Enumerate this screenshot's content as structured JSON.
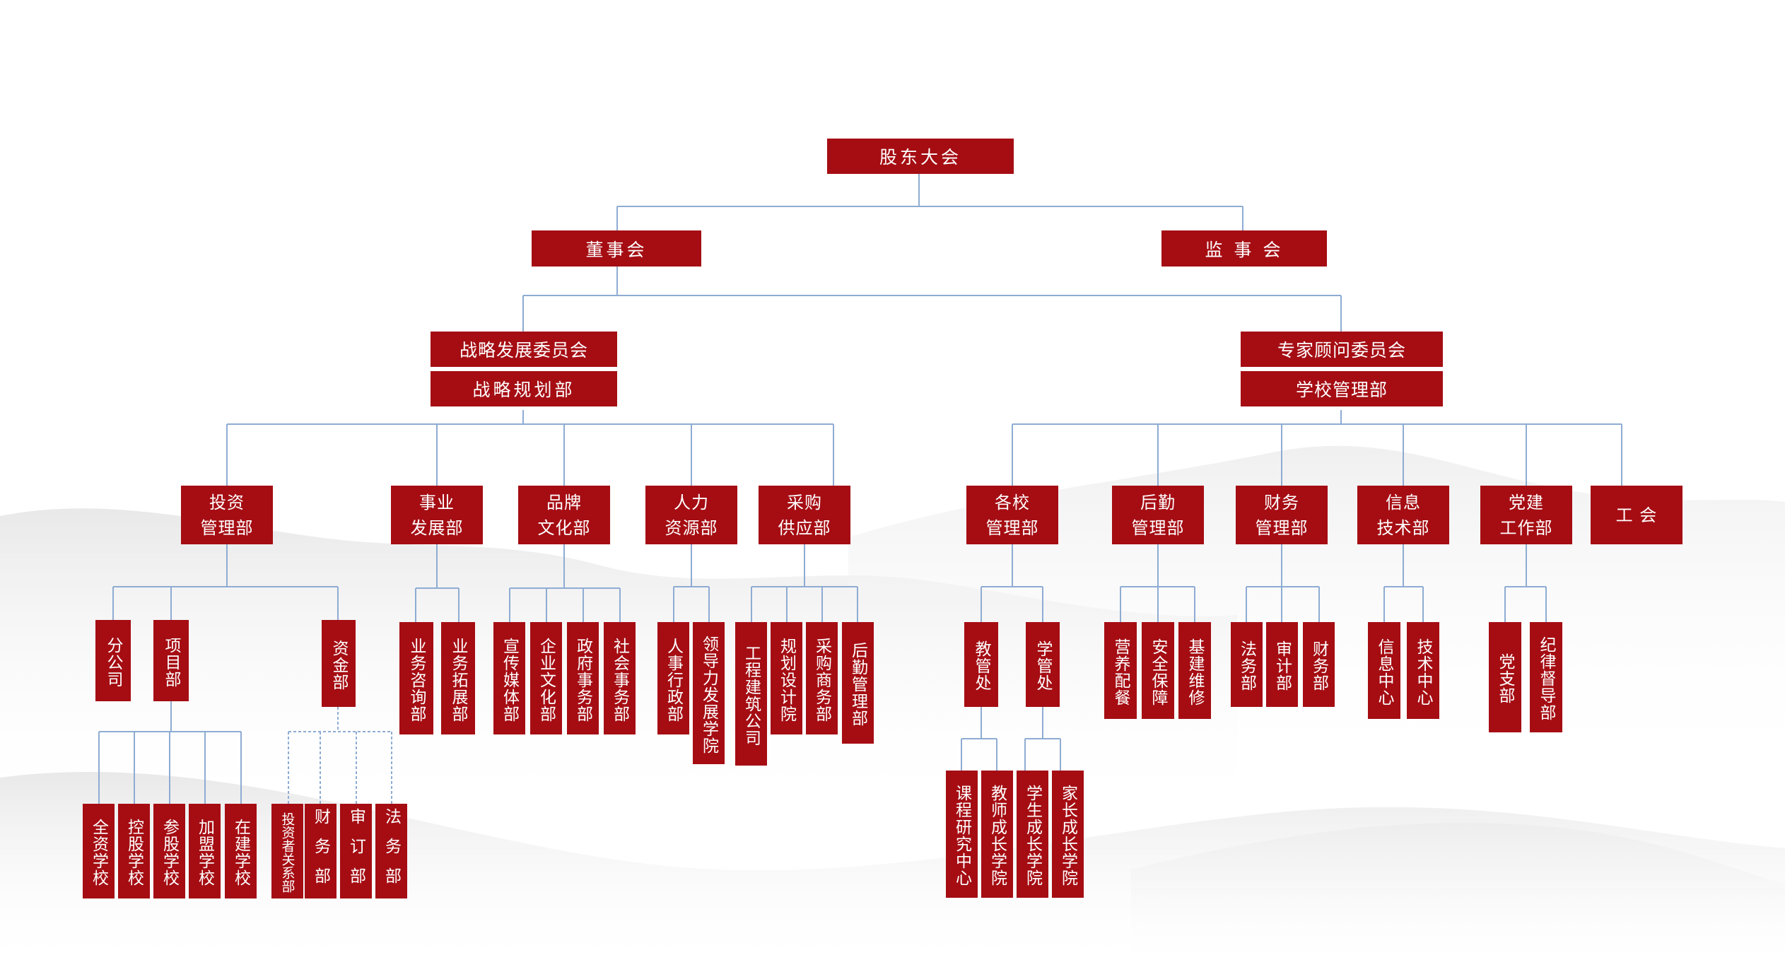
{
  "diagram": {
    "root": "股东大会",
    "level2": {
      "board": "董事会",
      "supervisors": "监 事 会"
    },
    "left_committee": {
      "committee": "战略发展委员会",
      "department": "战略规划部"
    },
    "right_committee": {
      "committee": "专家顾问委员会",
      "department": "学校管理部"
    },
    "left_departments": [
      "投资\n管理部",
      "事业\n发展部",
      "品牌\n文化部",
      "人力\n资源部",
      "采购\n供应部"
    ],
    "right_departments": [
      "各校\n管理部",
      "后勤\n管理部",
      "财务\n管理部",
      "信息\n技术部",
      "党建\n工作部",
      "工 会"
    ],
    "investment_units": [
      "分公司",
      "项目部",
      "资金部"
    ],
    "project_units": [
      "全资学校",
      "控股学校",
      "参股学校",
      "加盟学校",
      "在建学校"
    ],
    "fund_units": [
      "投资者关系部",
      "财务部",
      "审订部",
      "法务部"
    ],
    "business_units": [
      "业务咨询部",
      "业务拓展部"
    ],
    "brand_units": [
      "宣传媒体部",
      "企业文化部",
      "政府事务部",
      "社会事务部"
    ],
    "hr_units": [
      "人事行政部",
      "领导力发展学院"
    ],
    "procurement_units": [
      "工程建筑公司",
      "规划设计院",
      "采购商务部",
      "后勤管理部"
    ],
    "school_units": [
      "教管处",
      "学管处"
    ],
    "academic_units": [
      "课程研究中心",
      "教师成长学院"
    ],
    "student_units": [
      "学生成长学院",
      "家长成长学院"
    ],
    "logistics_units": [
      "营养配餐",
      "安全保障",
      "基建维修"
    ],
    "finance_units": [
      "法务部",
      "审计部",
      "财务部"
    ],
    "it_units": [
      "信息中心",
      "技术中心"
    ],
    "party_units": [
      "党支部",
      "纪律督导部"
    ]
  },
  "colors": {
    "node": "#a50d13",
    "line": "#8eacd3",
    "text": "#ffffff"
  }
}
